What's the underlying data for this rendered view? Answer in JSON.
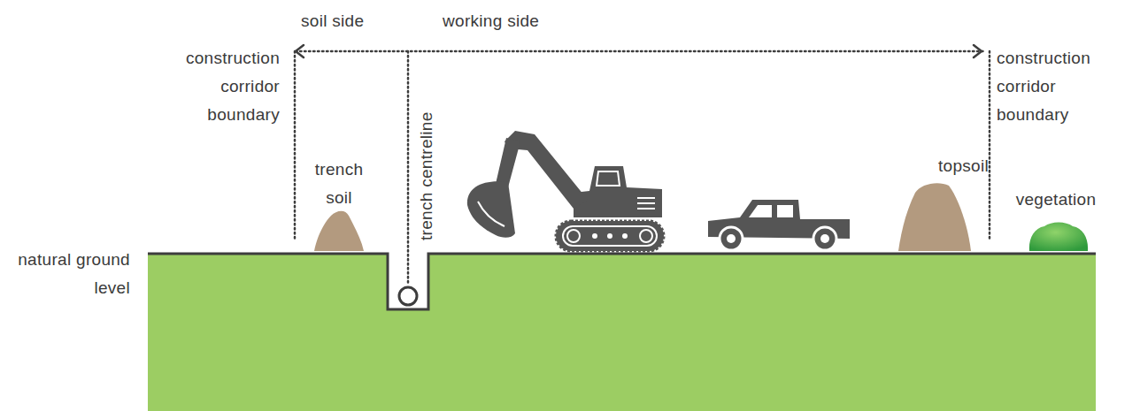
{
  "diagram": {
    "labels": [
      "soil side",
      "working side",
      "construction corridor boundary",
      "trench soil",
      "trench centreline",
      "topsoil",
      "construction corridor boundary",
      "vegetation",
      "natural ground level"
    ]
  }
}
